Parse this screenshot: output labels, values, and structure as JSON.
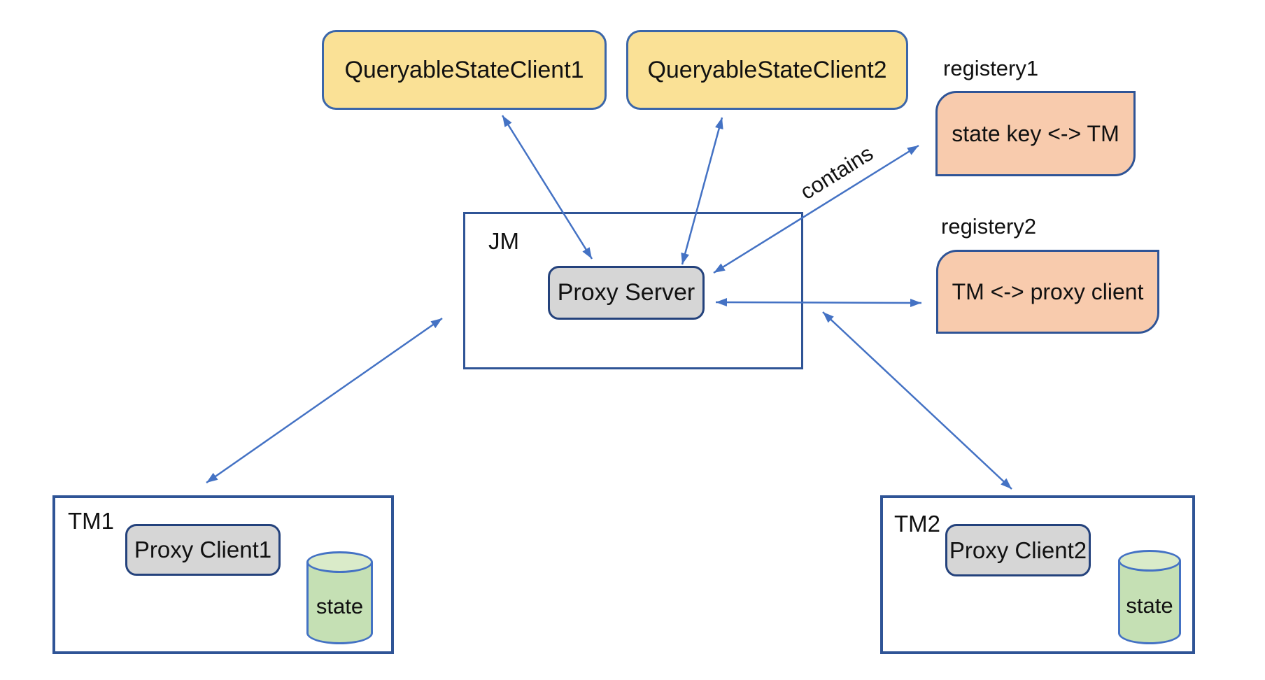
{
  "diagram": {
    "clients": [
      {
        "label": "QueryableStateClient1"
      },
      {
        "label": "QueryableStateClient2"
      }
    ],
    "registry1": {
      "label": "registery1",
      "box": "state key <-> TM"
    },
    "registry2": {
      "label": "registery2",
      "box": "TM <-> proxy client"
    },
    "job_manager": {
      "label": "JM",
      "proxy_server": "Proxy Server"
    },
    "task_managers": [
      {
        "label": "TM1",
        "proxy_client": "Proxy Client1",
        "state": "state"
      },
      {
        "label": "TM2",
        "proxy_client": "Proxy Client2",
        "state": "state"
      }
    ],
    "contains_label": "contains",
    "colors": {
      "arrow_blue": "#4472C4",
      "border_navy": "#2F5496",
      "client_fill": "#FAE196",
      "registry_fill": "#F8CBAD",
      "proxy_fill": "#D6D6D6",
      "state_fill": "#C5E0B4",
      "state_top_fill": "#DAEBC9"
    }
  }
}
